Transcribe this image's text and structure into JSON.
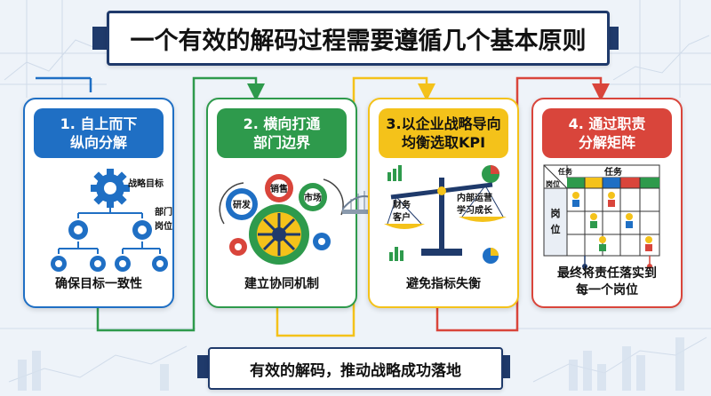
{
  "title": "一个有效的解码过程需要遵循几个基本原则",
  "footer": "有效的解码，推动战略成功落地",
  "colors": {
    "blue": "#1f6fc4",
    "green": "#2e9a4c",
    "yellow": "#f4c21a",
    "red": "#d9453b",
    "navy": "#1f3a6b"
  },
  "cards": [
    {
      "heading_line1": "1. 自上而下",
      "heading_line2": "纵向分解",
      "bottom": "确保目标一致性",
      "labels": {
        "strategy": "战略目标",
        "dept": "部门",
        "post": "岗位"
      }
    },
    {
      "heading_line1": "2. 横向打通",
      "heading_line2": "部门边界",
      "bottom": "建立协同机制",
      "labels": {
        "rd": "研发",
        "sales": "销售",
        "market": "市场"
      }
    },
    {
      "heading_line1": "3.以企业战略导向",
      "heading_line2": "均衡选取KPI",
      "bottom": "避免指标失衡",
      "labels": {
        "finance": "财务",
        "customer": "客户",
        "internal": "内部运营",
        "learning": "学习成长"
      }
    },
    {
      "heading_line1": "4. 通过职责",
      "heading_line2": "分解矩阵",
      "bottom_line1": "最终将责任落实到",
      "bottom_line2": "每一个岗位",
      "labels": {
        "task_corner": "任务",
        "post_corner": "岗位",
        "task_header": "任务",
        "post_header_1": "岗",
        "post_header_2": "位"
      }
    }
  ]
}
